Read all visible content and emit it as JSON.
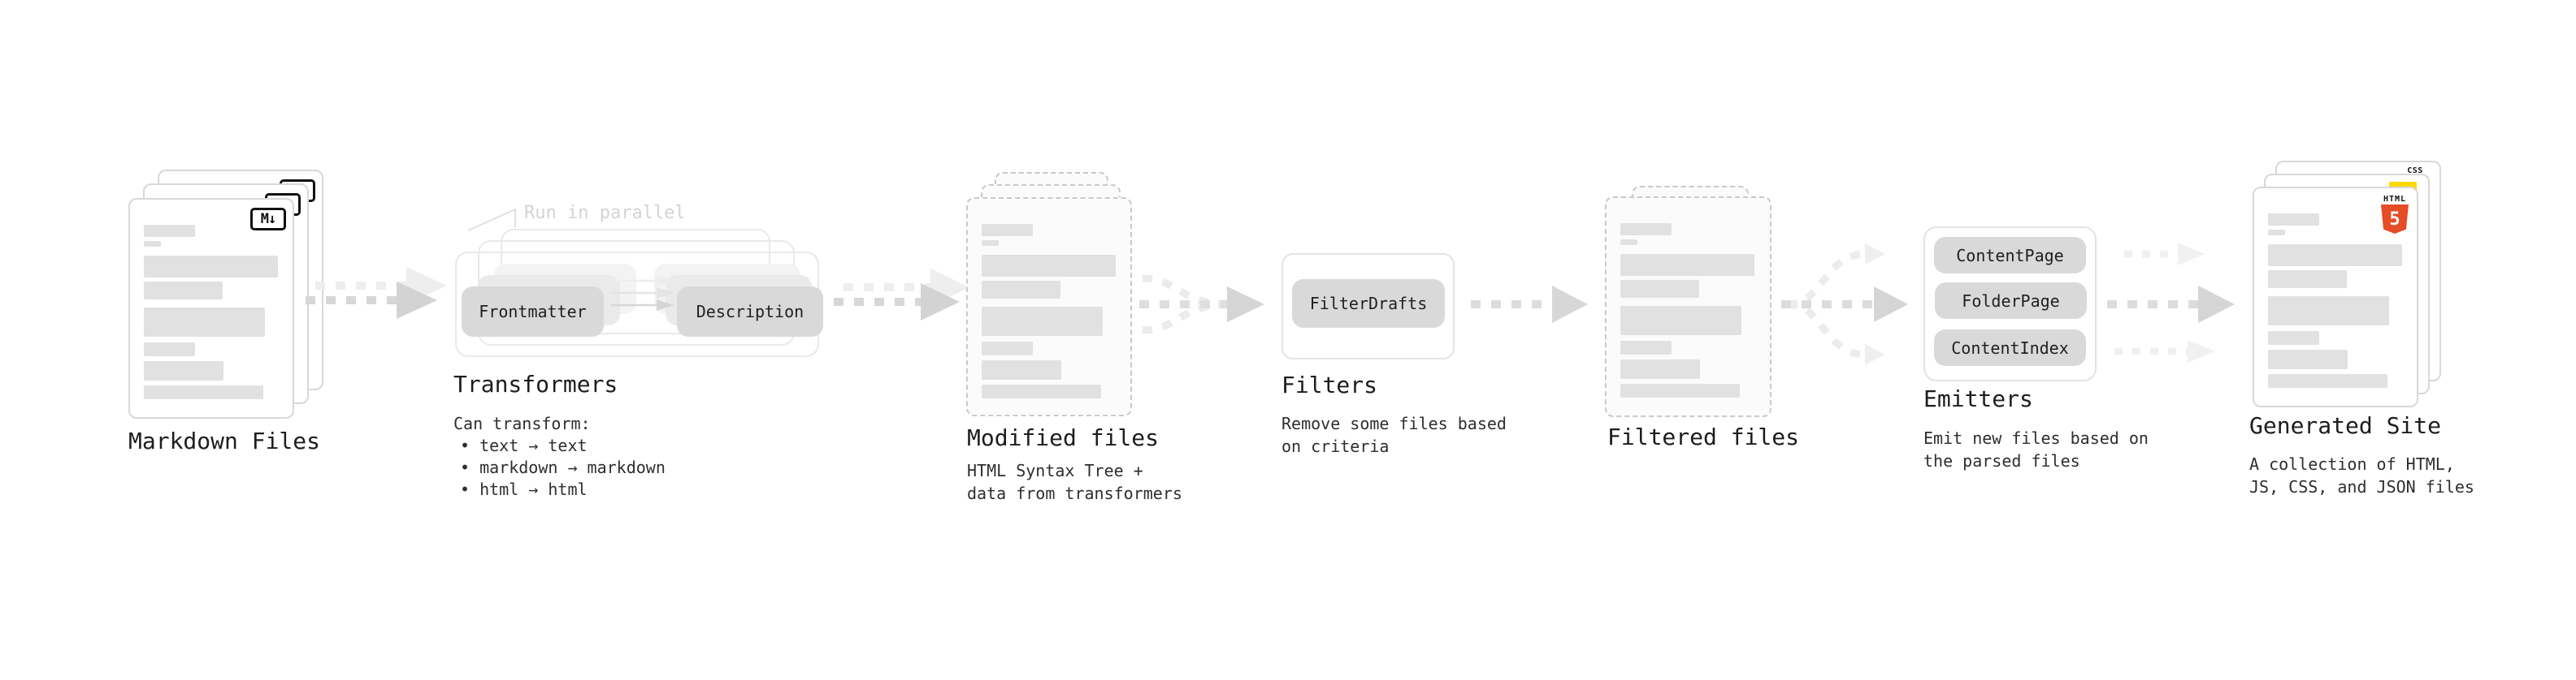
{
  "stages": {
    "markdown_files": {
      "label": "Markdown Files",
      "badge": "M↓"
    },
    "transformers": {
      "label": "Transformers",
      "callout": "Run in parallel",
      "source_pill": "Frontmatter",
      "result_pill": "Description",
      "note_title": "Can transform:",
      "bullets": [
        "• text → text",
        "• markdown → markdown",
        "• html → html"
      ]
    },
    "modified_files": {
      "label": "Modified files",
      "note": "HTML Syntax Tree +\ndata from transformers"
    },
    "filters": {
      "label": "Filters",
      "pill": "FilterDrafts",
      "note": "Remove some files based\non criteria"
    },
    "filtered_files": {
      "label": "Filtered files"
    },
    "emitters": {
      "label": "Emitters",
      "pills": [
        "ContentPage",
        "FolderPage",
        "ContentIndex"
      ],
      "note": "Emit new files based on\nthe parsed files"
    },
    "generated_site": {
      "label": "Generated Site",
      "note": "A collection of HTML,\nJS, CSS, and JSON files",
      "css_badge": "CSS",
      "html_badge_title": "HTML",
      "html_badge_number": "5"
    }
  },
  "colors": {
    "html5_orange": "#e44d26",
    "js_yellow": "#ffd900",
    "css_blue": "#2d62ef",
    "markdown_black": "#111111"
  }
}
